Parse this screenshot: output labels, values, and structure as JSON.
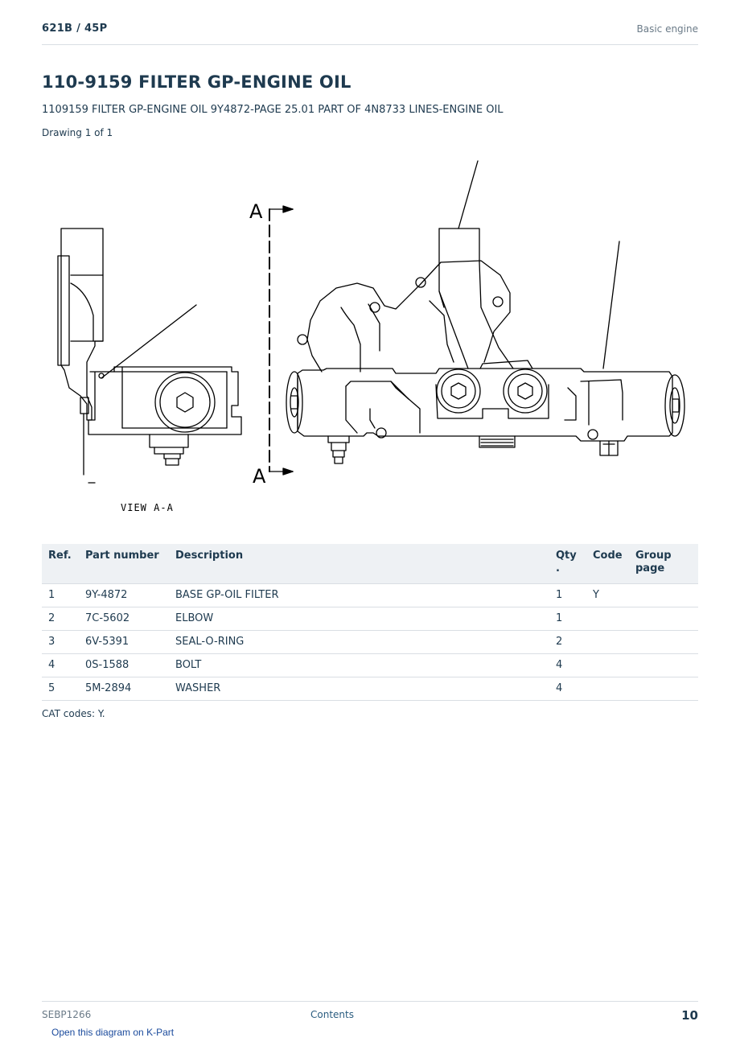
{
  "header": {
    "model": "621B / 45P",
    "section": "Basic engine"
  },
  "title": "110-9159 FILTER GP-ENGINE OIL",
  "subtitle": "1109159 FILTER GP-ENGINE OIL 9Y4872-PAGE 25.01 PART OF 4N8733 LINES-ENGINE OIL",
  "drawing_count": "Drawing 1 of 1",
  "diagram": {
    "section_letter_top": "A",
    "section_letter_bottom": "A",
    "view_label": "VIEW A-A"
  },
  "table": {
    "headers": {
      "ref": "Ref.",
      "part_number": "Part number",
      "description": "Description",
      "qty": "Qty\n.",
      "code": "Code",
      "group_page": "Group\npage"
    },
    "rows": [
      {
        "ref": "1",
        "part_number": "9Y-4872",
        "description": "BASE GP-OIL FILTER",
        "qty": "1",
        "code": "Y",
        "group_page": ""
      },
      {
        "ref": "2",
        "part_number": "7C-5602",
        "description": "ELBOW",
        "qty": "1",
        "code": "",
        "group_page": ""
      },
      {
        "ref": "3",
        "part_number": "6V-5391",
        "description": "SEAL-O-RING",
        "qty": "2",
        "code": "",
        "group_page": ""
      },
      {
        "ref": "4",
        "part_number": "0S-1588",
        "description": "BOLT",
        "qty": "4",
        "code": "",
        "group_page": ""
      },
      {
        "ref": "5",
        "part_number": "5M-2894",
        "description": "WASHER",
        "qty": "4",
        "code": "",
        "group_page": ""
      }
    ]
  },
  "cat_codes": "CAT codes: Y.",
  "footer": {
    "doc_id": "SEBP1266",
    "contents": "Contents",
    "page_number": "10",
    "kpart_link": "Open this diagram on K-Part"
  }
}
